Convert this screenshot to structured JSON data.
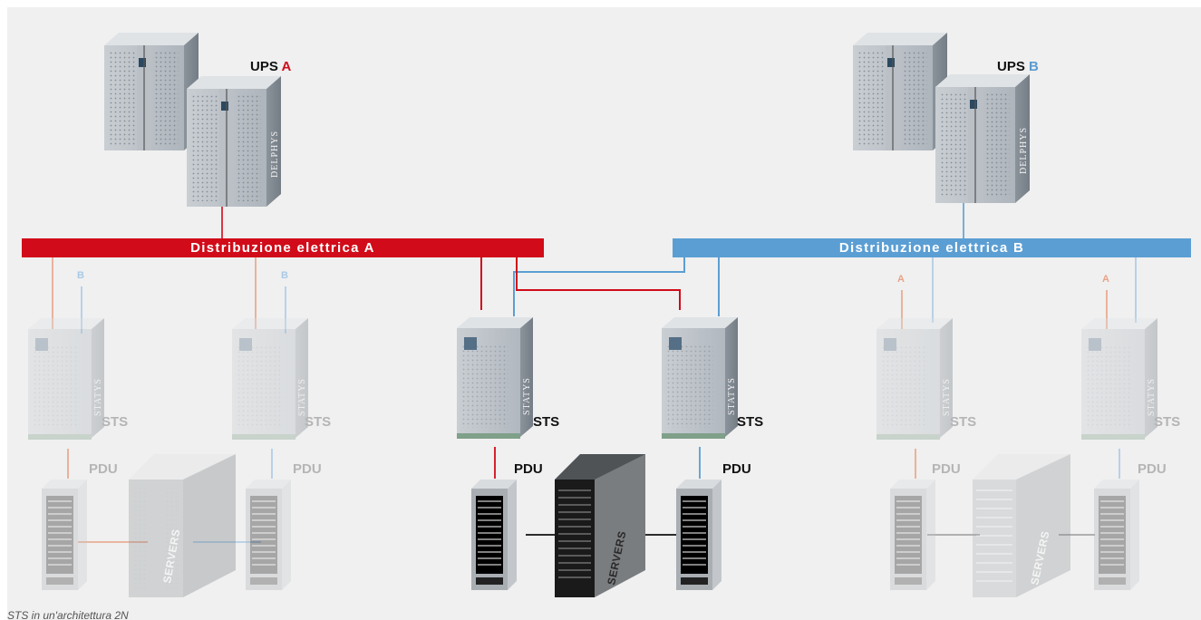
{
  "ups": [
    {
      "label_prefix": "UPS ",
      "label_suffix": "A",
      "brand": "DELPHYS"
    },
    {
      "label_prefix": "UPS ",
      "label_suffix": "B",
      "brand": "DELPHYS"
    }
  ],
  "buses": [
    {
      "label": "Distribuzione elettrica A",
      "color": "#d10b19"
    },
    {
      "label": "Distribuzione elettrica B",
      "color": "#5b9ed3"
    }
  ],
  "feeds": [
    "B",
    "B",
    "A",
    "A"
  ],
  "sts": {
    "label": "STS",
    "brand": "STATYS"
  },
  "pdu": {
    "label": "PDU"
  },
  "servers": {
    "label": "SERVERS"
  },
  "caption": "STS in un'architettura 2N",
  "colors": {
    "feed_a": "#d10b19",
    "feed_b": "#5b9ed3",
    "feed_a_faded": "#e8a386",
    "feed_b_faded": "#a9c9e6",
    "background": "#f0f0f0"
  }
}
